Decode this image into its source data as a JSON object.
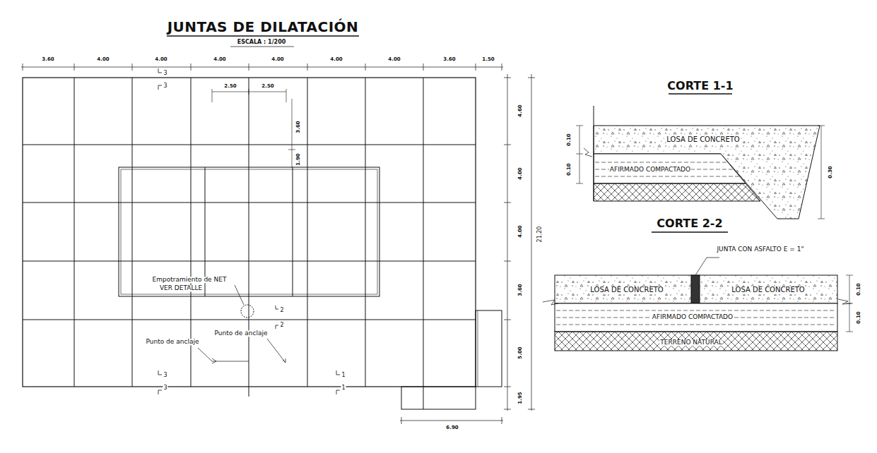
{
  "diagram": {
    "title": "JUNTAS DE DILATACIÓN",
    "labels": [
      "ESCALA : 1/200",
      "3.60",
      "4.00",
      "4.00",
      "4.00",
      "4.00",
      "4.00",
      "4.00",
      "3.60",
      "1.50",
      "2.50",
      "2.50",
      "3.60",
      "1.90",
      "4.60",
      "4.00",
      "4.00",
      "3.60",
      "5.00",
      "1.95",
      "21.20",
      "6.90",
      "3",
      "3",
      "2",
      "2",
      "3",
      "3",
      "1",
      "1",
      "Empotramiento de NET",
      "VER DETALLE",
      "Punto de anclaje",
      "Punto de anclaje",
      "CORTE 1-1",
      "LOSA DE CONCRETO",
      "AFIRMADO COMPACTADO",
      "0.10",
      "0.10",
      "0.30",
      "CORTE 2-2",
      "JUNTA CON ASFALTO E = 1\"",
      "LOSA DE CONCRETO",
      "LOSA DE CONCRETO",
      "AFIRMADO COMPACTADO",
      "TERRENO NATURAL",
      "0.10",
      "0.10"
    ]
  }
}
